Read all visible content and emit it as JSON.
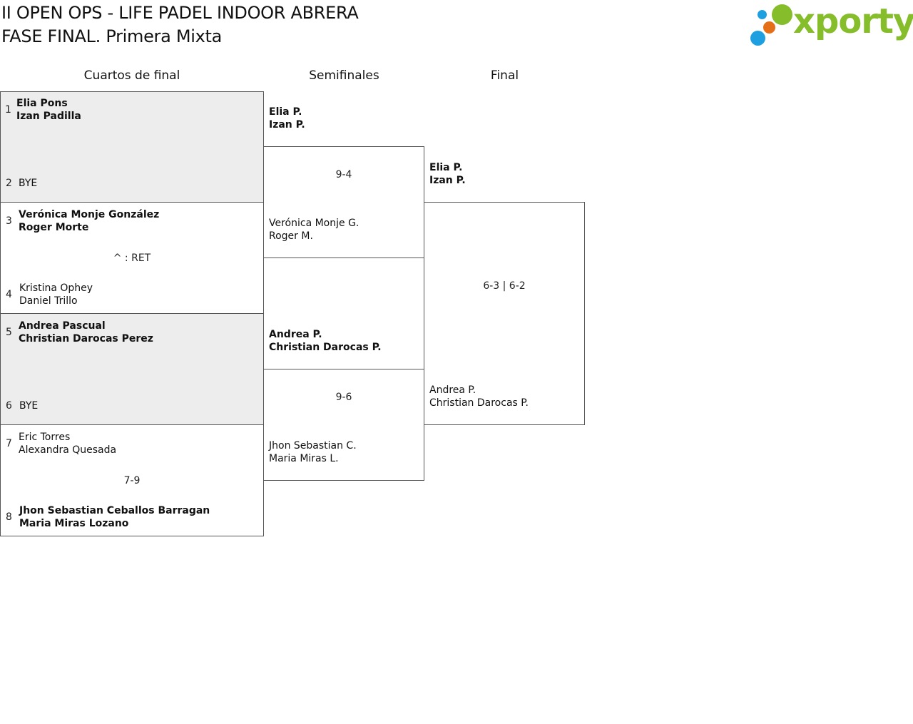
{
  "header": {
    "title": "II OPEN OPS - LIFE PADEL INDOOR ABRERA",
    "subtitle": "FASE FINAL. Primera Mixta"
  },
  "logo": {
    "text": "xporty",
    "colors": {
      "green": "#86bd2b",
      "orange": "#e46f16",
      "blue": "#1e9fe0"
    }
  },
  "rounds": {
    "quarterfinals": "Cuartos de final",
    "semifinals": "Semifinales",
    "final": "Final"
  },
  "quarterfinals": [
    {
      "seed_a": "1",
      "team_a": [
        "Elia Pons",
        "Izan Padilla"
      ],
      "seed_b": "2",
      "team_b": [
        "BYE"
      ],
      "score": ""
    },
    {
      "seed_a": "3",
      "team_a": [
        "Verónica Monje González",
        "Roger Morte"
      ],
      "seed_b": "4",
      "team_b": [
        "Kristina Ophey",
        "Daniel Trillo"
      ],
      "score": "^ : RET"
    },
    {
      "seed_a": "5",
      "team_a": [
        "Andrea Pascual",
        "Christian Darocas Perez"
      ],
      "seed_b": "6",
      "team_b": [
        "BYE"
      ],
      "score": ""
    },
    {
      "seed_a": "7",
      "team_a": [
        "Eric Torres",
        "Alexandra Quesada"
      ],
      "seed_b": "8",
      "team_b": [
        "Jhon Sebastian Ceballos Barragan",
        "Maria Miras Lozano"
      ],
      "score": "7-9"
    }
  ],
  "semifinals": [
    {
      "team_a": [
        "Elia P.",
        "Izan P."
      ],
      "team_b": [
        "Verónica Monje G.",
        "Roger M."
      ],
      "score": "9-4"
    },
    {
      "team_a": [
        "Andrea P.",
        "Christian Darocas P."
      ],
      "team_b": [
        "Jhon Sebastian C.",
        "Maria Miras L."
      ],
      "score": "9-6"
    }
  ],
  "final": {
    "team_a": [
      "Elia P.",
      "Izan P."
    ],
    "team_b": [
      "Andrea P.",
      "Christian Darocas P."
    ],
    "score": "6-3 | 6-2"
  }
}
